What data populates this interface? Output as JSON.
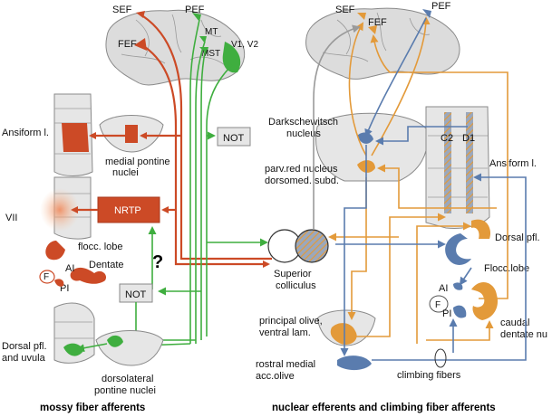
{
  "left_panel": {
    "areas": {
      "sef": "SEF",
      "pef": "PEF",
      "fef": "FEF",
      "mt": "MT",
      "mst": "MST",
      "v1v2": "V1, V2"
    },
    "nuclei": {
      "ansiform": "Ansiform l.",
      "medial_pontine": "medial pontine\nnuclei",
      "not_upper": "NOT",
      "vii": "VII",
      "nrtp": "NRTP",
      "question": "?",
      "paraflocc": "flocc. lobe",
      "dentate": "Dentate",
      "ai": "AI",
      "f": "F",
      "pi": "PI",
      "not_lower": "NOT",
      "dorsal_pfl_uvula": "Dorsal pfl.\nand uvula",
      "dorsolateral_pontine": "dorsolateral\npontine nuclei",
      "superior_colliculus": "Superior\ncolliculus"
    },
    "caption": "mossy fiber afferents"
  },
  "right_panel": {
    "areas": {
      "sef": "SEF",
      "fef": "FEF",
      "pef": "PEF"
    },
    "nuclei": {
      "darkschewitsch": "Darkschewitsch\nnucleus",
      "parv_red": "parv.red nucleus\ndorsomed. subd.",
      "c2": "C2",
      "d1": "D1",
      "ansiform": "Ansiform l.",
      "dorsal_pfl": "Dorsal pfl.",
      "flocc_lobe": "Flocc.lobe",
      "ai": "AI",
      "f": "F",
      "pi": "PI",
      "caudal_dentate": "caudal\ndentate nu",
      "principal_olive": "principal olive,\nventral lam.",
      "rostral_medial": "rostral medial\nacc.olive",
      "climbing_fibers": "climbing fibers"
    },
    "caption": "nuclear efferents and climbing fiber afferents"
  },
  "colors": {
    "mossy_red": "#cc4a26",
    "visual_green": "#3fae3f",
    "nuclear_orange": "#e39a3a",
    "climbing_blue": "#5a7cae",
    "tissue_gray": "#dcdcdc"
  }
}
